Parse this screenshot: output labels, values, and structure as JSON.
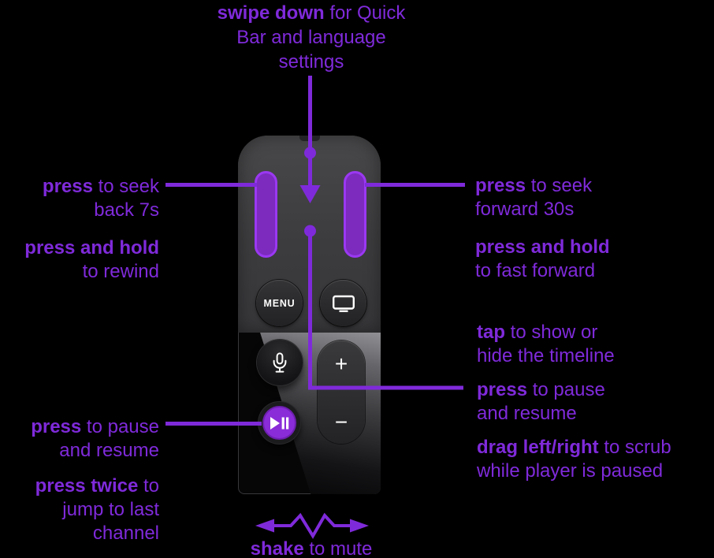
{
  "title": "Siri Remote playback gestures diagram",
  "colors": {
    "background": "#000000",
    "accent_purple": "#7F2ADA",
    "pill_fill": "#7C2BBE",
    "pill_border": "#9B38F2",
    "play_button_fill": "#8A2CD8",
    "remote_gray": "#3C3C3E"
  },
  "remote": {
    "menu_label": "MENU",
    "volume_up_label": "+",
    "volume_down_label": "−"
  },
  "annotations": {
    "swipe_down": {
      "bold": "swipe down",
      "rest": " for Quick",
      "line2": "Bar and language",
      "line3": "settings"
    },
    "seek_back": {
      "bold": "press",
      "rest": " to seek",
      "line2": "back 7s"
    },
    "rewind": {
      "bold": "press and hold",
      "line2": "to rewind"
    },
    "seek_forward": {
      "bold": "press",
      "rest": " to seek",
      "line2": "forward 30s"
    },
    "fast_forward": {
      "bold": "press and hold",
      "line2": "to fast forward"
    },
    "tap_timeline": {
      "bold": "tap",
      "rest": " to show or",
      "line2": "hide the timeline"
    },
    "pause_resume_right": {
      "bold": "press",
      "rest": " to pause",
      "line2": "and resume"
    },
    "scrub": {
      "bold": "drag left/right",
      "rest": " to scrub",
      "line2": "while player is paused"
    },
    "pause_resume_left": {
      "bold": "press",
      "rest": " to pause",
      "line2": "and resume"
    },
    "last_channel": {
      "bold": "press twice",
      "rest": " to",
      "line2": "jump to last",
      "line3": "channel"
    },
    "shake_mute": {
      "bold": "shake",
      "rest": " to mute"
    }
  }
}
